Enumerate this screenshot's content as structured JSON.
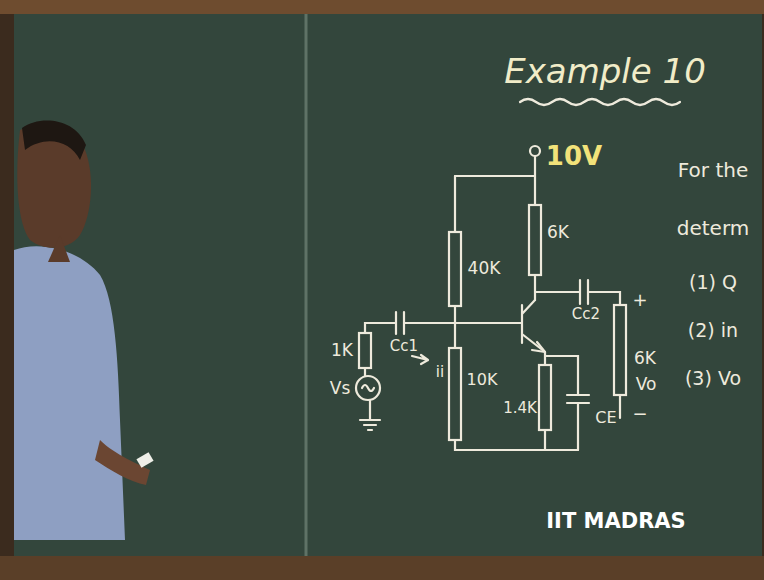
{
  "diagram": {
    "title": "Example 10",
    "labels": [
      "10V",
      "40K",
      "6K",
      "1K",
      "Vs",
      "Cc1",
      "ii",
      "10K",
      "1.4K",
      "CE",
      "Cc2",
      "6K",
      "Vo",
      "+",
      "−",
      "For the",
      "determ",
      "(1) Q",
      "(2) in",
      "(3) Vo",
      "IIT MADRAS"
    ]
  }
}
